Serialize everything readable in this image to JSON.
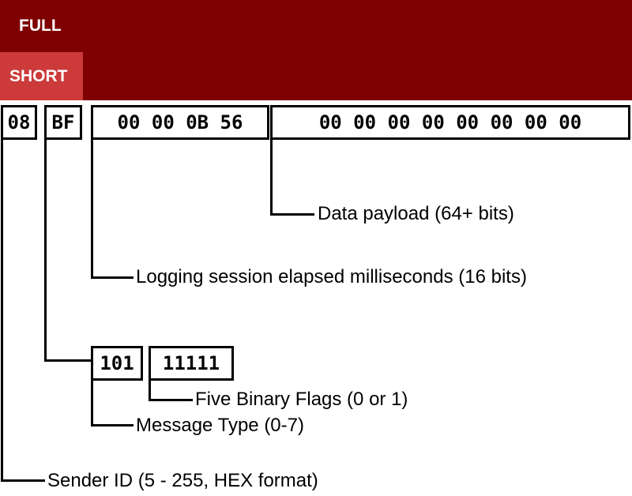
{
  "tabs": {
    "full": "FULL",
    "short": "SHORT"
  },
  "fields": {
    "sender_hex": "08",
    "flags_hex": "BF",
    "elapsed_hex": "00 00 0B 56",
    "payload_hex": "00 00 00 00 00 00 00 00",
    "message_type_bin": "101",
    "flags_bin": "11111"
  },
  "annotations": {
    "payload": "Data payload (64+ bits)",
    "elapsed": "Logging session elapsed milliseconds (16 bits)",
    "flags": "Five Binary Flags (0 or 1)",
    "message_type": "Message Type (0-7)",
    "sender": "Sender ID (5 - 255, HEX format)"
  },
  "colors": {
    "header": "#7f0000",
    "active_tab": "#cc3a3a"
  }
}
